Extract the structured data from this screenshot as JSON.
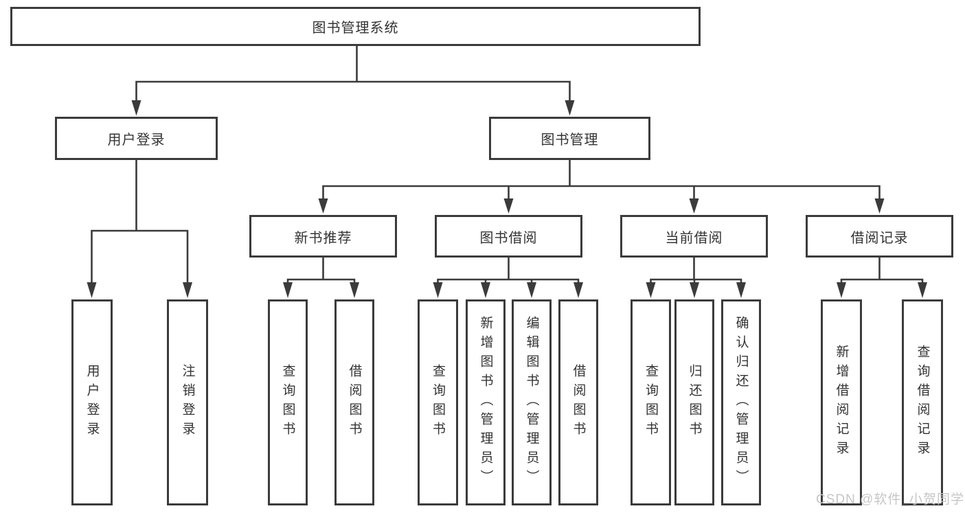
{
  "diagram": {
    "root": {
      "label": "图书管理系统"
    },
    "level1": [
      {
        "label": "用户登录"
      },
      {
        "label": "图书管理"
      }
    ],
    "level2": [
      {
        "label": "新书推荐"
      },
      {
        "label": "图书借阅"
      },
      {
        "label": "当前借阅"
      },
      {
        "label": "借阅记录"
      }
    ],
    "leaves_user_login": [
      {
        "label": "用户登录"
      },
      {
        "label": "注销登录"
      }
    ],
    "leaves_new_book": [
      {
        "label": "查询图书"
      },
      {
        "label": "借阅图书"
      }
    ],
    "leaves_book_borrow": [
      {
        "label": "查询图书"
      },
      {
        "label": "新增图书（管理员）"
      },
      {
        "label": "编辑图书（管理员）"
      },
      {
        "label": "借阅图书"
      }
    ],
    "leaves_current_borrow": [
      {
        "label": "查询图书"
      },
      {
        "label": "归还图书"
      },
      {
        "label": "确认归还（管理员）"
      }
    ],
    "leaves_borrow_record": [
      {
        "label": "新增借阅记录"
      },
      {
        "label": "查询借阅记录"
      }
    ]
  },
  "watermark": "CSDN @软件_小贺同学",
  "colors": {
    "line": "#3b3b3b",
    "box_border": "#3b3b3b",
    "box_background": "#ffffff",
    "text": "#333333",
    "watermark_text": "#c6c6c6",
    "page_background": "#ffffff"
  }
}
